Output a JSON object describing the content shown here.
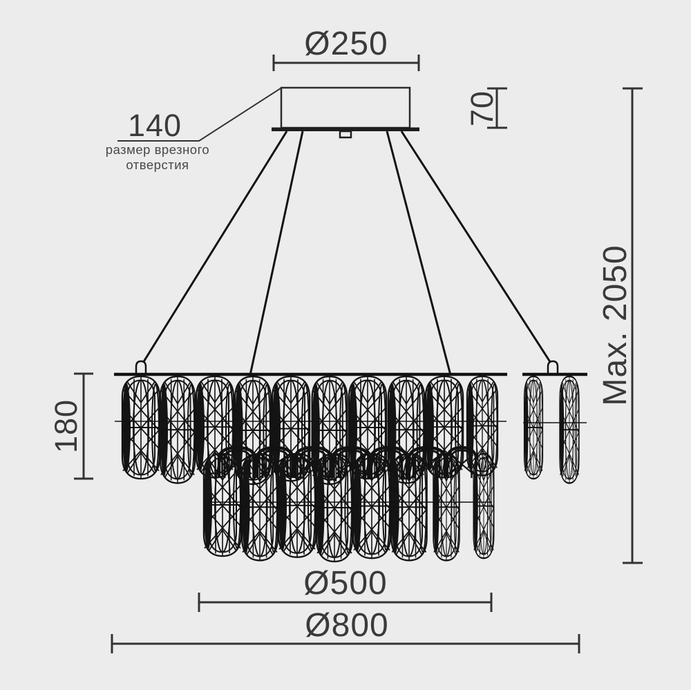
{
  "drawing": {
    "dimensions": {
      "canopy_diameter": "Ø250",
      "canopy_height": "70",
      "cutout_hole": "140",
      "cutout_note_line1": "размер врезного",
      "cutout_note_line2": "отверстия",
      "max_height": "Max. 2050",
      "crystal_tier_height": "180",
      "inner_diameter": "Ø500",
      "outer_diameter": "Ø800"
    },
    "colors": {
      "background": "#ececec",
      "line": "#121212",
      "dimension": "#3a3a3a"
    }
  }
}
